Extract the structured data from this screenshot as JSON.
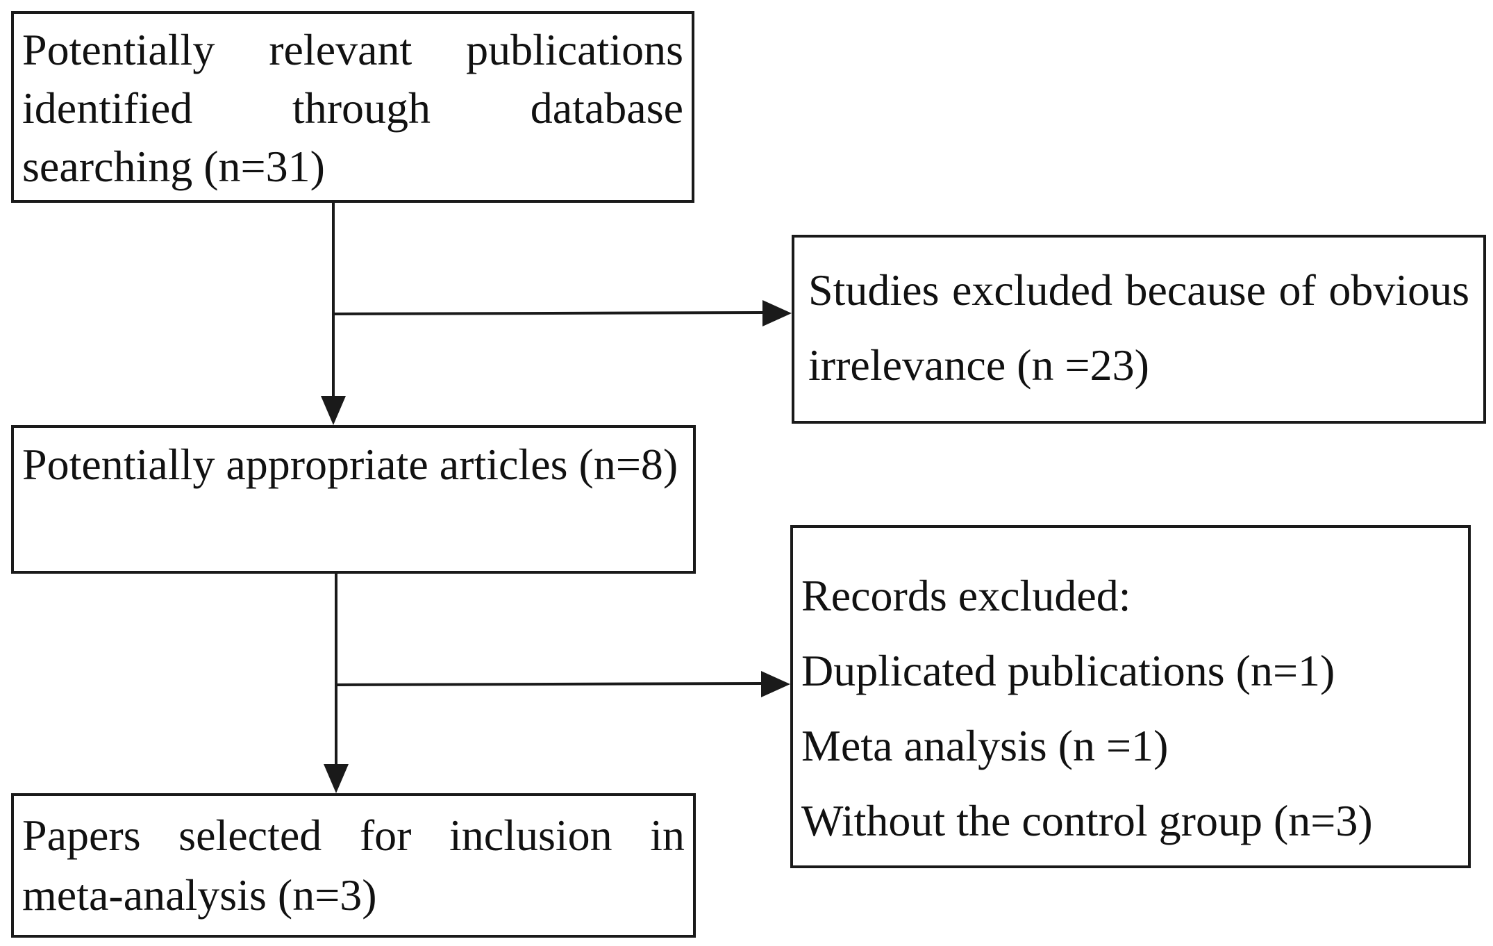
{
  "flowchart": {
    "identified": {
      "text": "Potentially relevant publications identified through database searching (n=31)"
    },
    "excluded_irrelevant": {
      "text": "Studies excluded because of obvious irrelevance (n =23)"
    },
    "appropriate": {
      "text": "Potentially appropriate articles (n=8)"
    },
    "records_excluded": {
      "heading": "Records excluded:",
      "items": [
        "Duplicated publications (n=1)",
        "Meta analysis (n =1)",
        "Without the control group (n=3)"
      ]
    },
    "included": {
      "text": "Papers selected for inclusion in meta-analysis (n=3)"
    }
  },
  "colors": {
    "line": "#1a1a1a",
    "background": "#ffffff"
  }
}
